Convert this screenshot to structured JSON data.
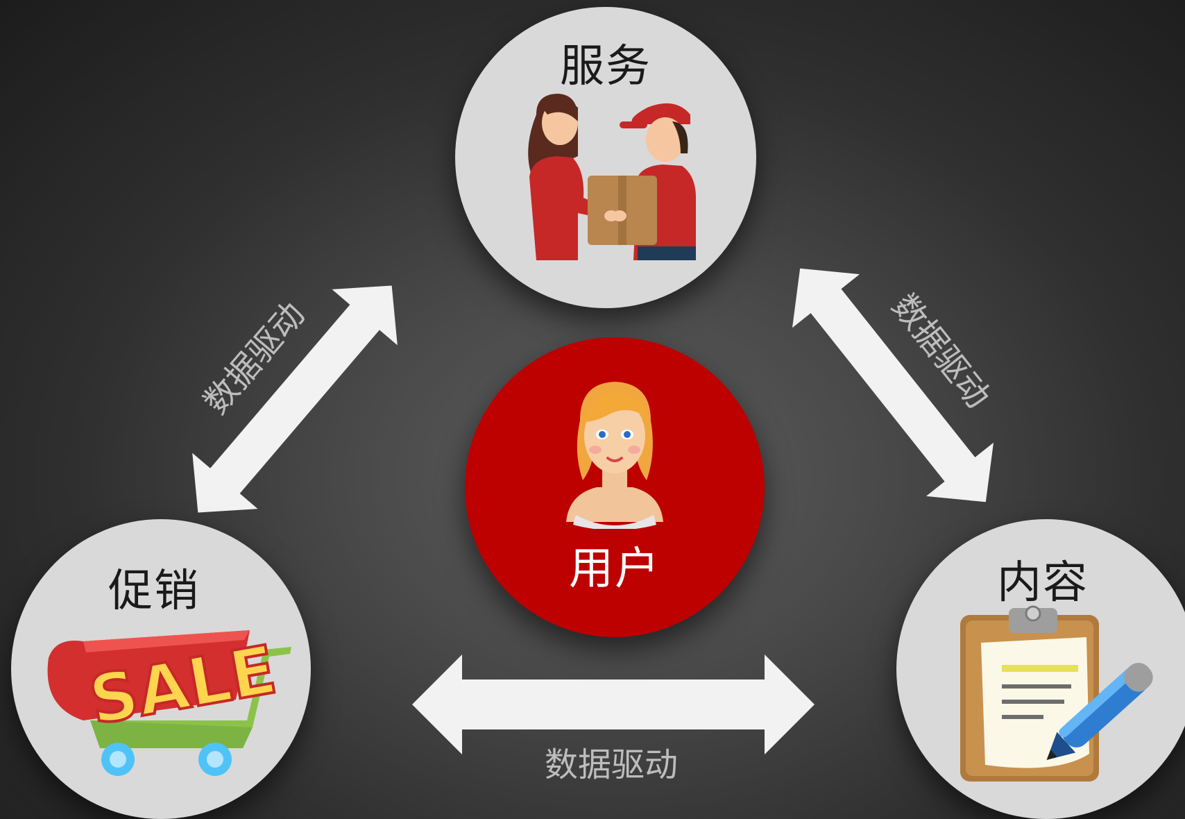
{
  "nodes": {
    "service": {
      "label": "服务",
      "icon": "handover-box-icon"
    },
    "promotion": {
      "label": "促销",
      "icon": "sale-cart-icon"
    },
    "content": {
      "label": "内容",
      "icon": "clipboard-pen-icon"
    },
    "user": {
      "label": "用户",
      "icon": "user-avatar-icon"
    }
  },
  "edges": [
    {
      "from": "promotion",
      "to": "service",
      "label": "数据驱动"
    },
    {
      "from": "service",
      "to": "content",
      "label": "数据驱动"
    },
    {
      "from": "promotion",
      "to": "content",
      "label": "数据驱动"
    }
  ],
  "colors": {
    "node_grey": "#d9d9d9",
    "node_center": "#bd0000",
    "arrow": "#f2f2f2",
    "edge_label": "#bdbdbd"
  }
}
